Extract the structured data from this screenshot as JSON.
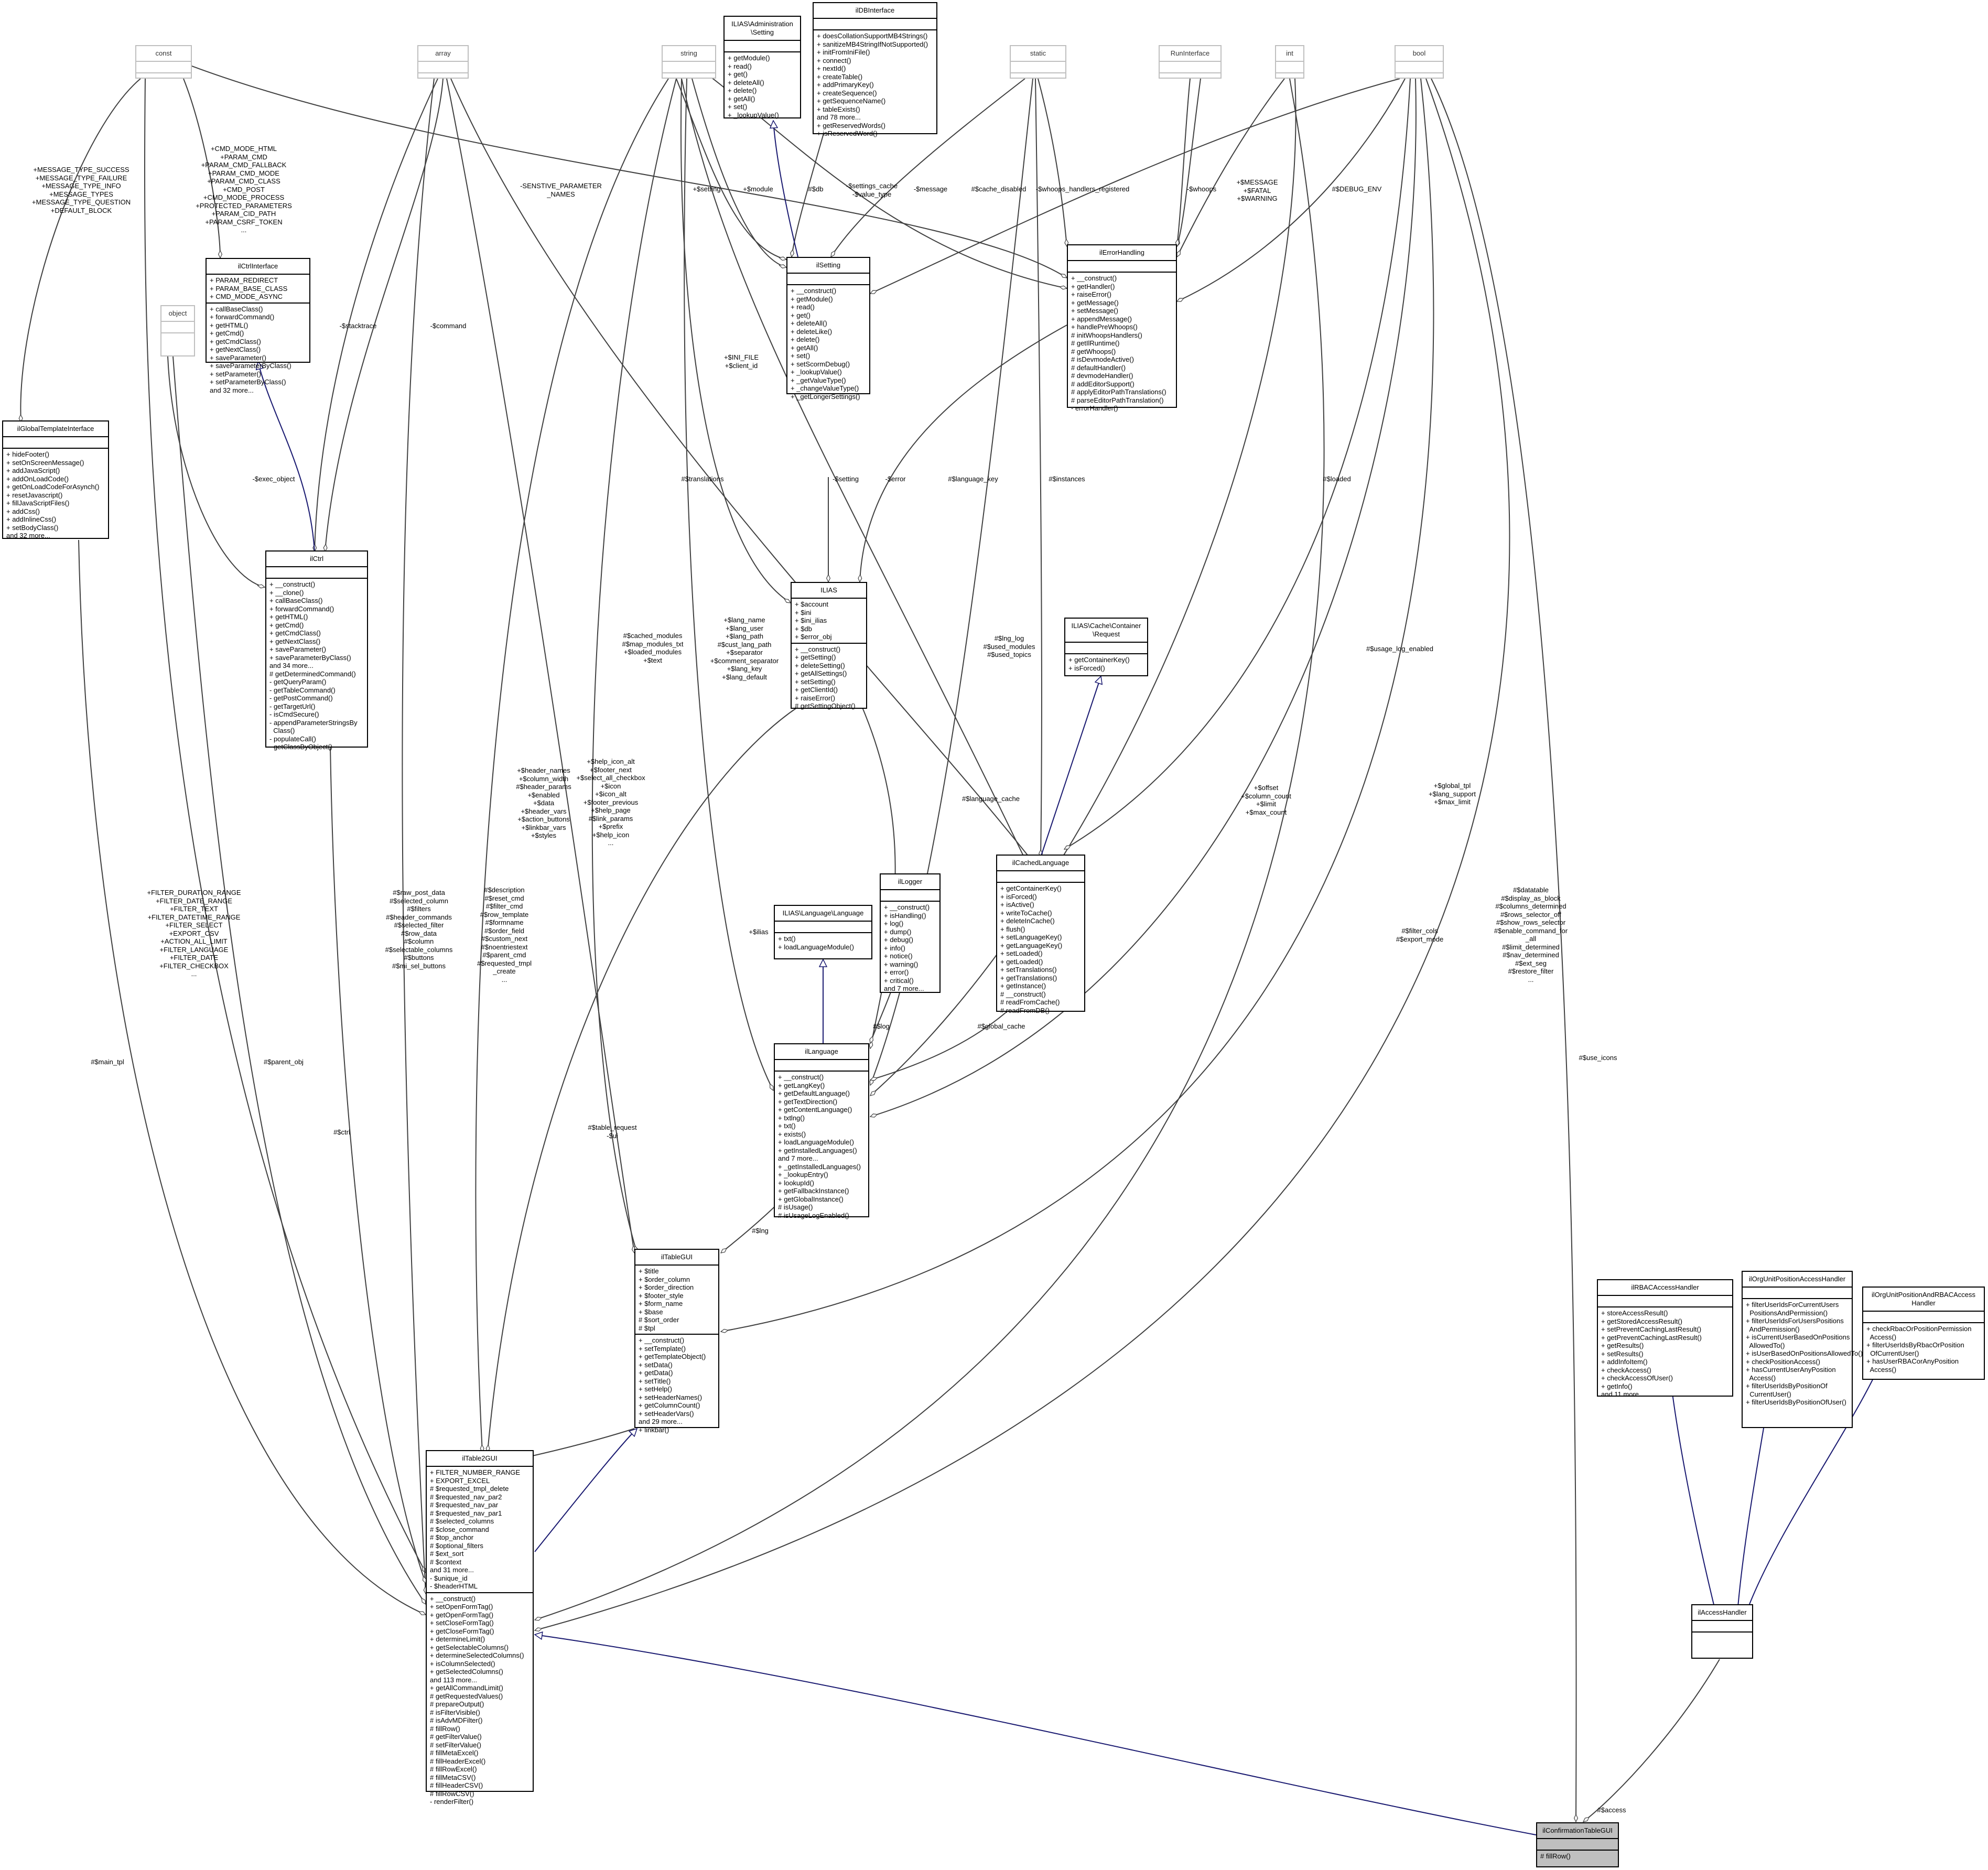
{
  "diagram": {
    "classes": {
      "const": {
        "name": "const",
        "faint": true,
        "attributes": [],
        "methods": []
      },
      "array": {
        "name": "array",
        "faint": true,
        "attributes": [],
        "methods": []
      },
      "string": {
        "name": "string",
        "faint": true,
        "attributes": [],
        "methods": []
      },
      "admin_setting": {
        "name": "ILIAS\\Administration\n\\Setting",
        "attributes": [],
        "methods": [
          "+ getModule()",
          "+ read()",
          "+ get()",
          "+ deleteAll()",
          "+ delete()",
          "+ getAll()",
          "+ set()",
          "+ _lookupValue()"
        ]
      },
      "ildbinterface": {
        "name": "ilDBInterface",
        "attributes": [],
        "methods": [
          "+ doesCollationSupportMB4Strings()",
          "+ sanitizeMB4StringIfNotSupported()",
          "+ initFromIniFile()",
          "+ connect()",
          "+ nextId()",
          "+ createTable()",
          "+ addPrimaryKey()",
          "+ createSequence()",
          "+ getSequenceName()",
          "+ tableExists()",
          "and 78 more...",
          "+ getReservedWords()",
          "+ isReservedWord()"
        ]
      },
      "static": {
        "name": "static",
        "faint": true,
        "attributes": [],
        "methods": []
      },
      "runinterface": {
        "name": "RunInterface",
        "faint": true,
        "attributes": [],
        "methods": []
      },
      "int": {
        "name": "int",
        "faint": true,
        "attributes": [],
        "methods": []
      },
      "bool": {
        "name": "bool",
        "faint": true,
        "attributes": [],
        "methods": []
      },
      "ilctrlinterface": {
        "name": "ilCtrlInterface",
        "attributes": [
          "+ PARAM_REDIRECT",
          "+ PARAM_BASE_CLASS",
          "+ CMD_MODE_ASYNC"
        ],
        "methods": [
          "+ callBaseClass()",
          "+ forwardCommand()",
          "+ getHTML()",
          "+ getCmd()",
          "+ getCmdClass()",
          "+ getNextClass()",
          "+ saveParameter()",
          "+ saveParameterByClass()",
          "+ setParameter()",
          "+ setParameterByClass()",
          "and 32 more..."
        ]
      },
      "ilsetting": {
        "name": "ilSetting",
        "attributes": [],
        "methods": [
          "+ __construct()",
          "+ getModule()",
          "+ read()",
          "+ get()",
          "+ deleteAll()",
          "+ deleteLike()",
          "+ delete()",
          "+ getAll()",
          "+ set()",
          "+ setScormDebug()",
          "+ _lookupValue()",
          "+ _getValueType()",
          "+ _changeValueType()",
          "+ _getLongerSettings()"
        ]
      },
      "ilerrorhandling": {
        "name": "ilErrorHandling",
        "attributes": [],
        "methods": [
          "+ __construct()",
          "+ getHandler()",
          "+ raiseError()",
          "+ getMessage()",
          "+ setMessage()",
          "+ appendMessage()",
          "+ handlePreWhoops()",
          "# initWhoopsHandlers()",
          "# getIlRuntime()",
          "# getWhoops()",
          "# isDevmodeActive()",
          "# defaultHandler()",
          "# devmodeHandler()",
          "# addEditorSupport()",
          "# applyEditorPathTranslations()",
          "# parseEditorPathTranslation()",
          "- errorHandler()"
        ]
      },
      "object": {
        "name": "object",
        "faint": true,
        "attributes": [],
        "methods": []
      },
      "ilglobaltemplateinterface": {
        "name": "ilGlobalTemplateInterface",
        "attributes": [],
        "methods": [
          "+ hideFooter()",
          "+ setOnScreenMessage()",
          "+ addJavaScript()",
          "+ addOnLoadCode()",
          "+ getOnLoadCodeForAsynch()",
          "+ resetJavascript()",
          "+ fillJavaScriptFiles()",
          "+ addCss()",
          "+ addInlineCss()",
          "+ setBodyClass()",
          "and 32 more..."
        ]
      },
      "ilctrl": {
        "name": "ilCtrl",
        "attributes": [],
        "methods": [
          "+ __construct()",
          "+ __clone()",
          "+ callBaseClass()",
          "+ forwardCommand()",
          "+ getHTML()",
          "+ getCmd()",
          "+ getCmdClass()",
          "+ getNextClass()",
          "+ saveParameter()",
          "+ saveParameterByClass()",
          "and 34 more...",
          "# getDeterminedCommand()",
          "- getQueryParam()",
          "- getTableCommand()",
          "- getPostCommand()",
          "- getTargetUrl()",
          "- isCmdSecure()",
          "- appendParameterStringsBy\n  Class()",
          "- populateCall()",
          "- getClassByObject()"
        ]
      },
      "ilias": {
        "name": "ILIAS",
        "attributes": [
          "+ $account",
          "+ $ini",
          "+ $ini_ilias",
          "+ $db",
          "+ $error_obj"
        ],
        "methods": [
          "+ __construct()",
          "+ getSetting()",
          "+ deleteSetting()",
          "+ getAllSettings()",
          "+ setSetting()",
          "+ getClientId()",
          "+ raiseError()",
          "# getSettingObject()"
        ]
      },
      "cache_request": {
        "name": "ILIAS\\Cache\\Container\n\\Request",
        "attributes": [],
        "methods": [
          "+ getContainerKey()",
          "+ isForced()"
        ]
      },
      "illogger": {
        "name": "ilLogger",
        "attributes": [],
        "methods": [
          "+ __construct()",
          "+ isHandling()",
          "+ log()",
          "+ dump()",
          "+ debug()",
          "+ info()",
          "+ notice()",
          "+ warning()",
          "+ error()",
          "+ critical()",
          "and 7 more..."
        ]
      },
      "language_iface": {
        "name": "ILIAS\\Language\\Language",
        "attributes": [],
        "methods": [
          "+ txt()",
          "+ loadLanguageModule()"
        ]
      },
      "ilcachedlanguage": {
        "name": "ilCachedLanguage",
        "attributes": [],
        "methods": [
          "+ getContainerKey()",
          "+ isForced()",
          "+ isActive()",
          "+ writeToCache()",
          "+ deleteInCache()",
          "+ flush()",
          "+ setLanguageKey()",
          "+ getLanguageKey()",
          "+ setLoaded()",
          "+ getLoaded()",
          "+ setTranslations()",
          "+ getTranslations()",
          "+ getInstance()",
          "# __construct()",
          "# readFromCache()",
          "# readFromDB()"
        ]
      },
      "illanguage": {
        "name": "ilLanguage",
        "attributes": [],
        "methods": [
          "+ __construct()",
          "+ getLangKey()",
          "+ getDefaultLanguage()",
          "+ getTextDirection()",
          "+ getContentLanguage()",
          "+ txtlng()",
          "+ txt()",
          "+ exists()",
          "+ loadLanguageModule()",
          "+ getInstalledLanguages()",
          "and 7 more...",
          "+ _getInstalledLanguages()",
          "+ _lookupEntry()",
          "+ lookupId()",
          "+ getFallbackInstance()",
          "+ getGlobalInstance()",
          "# isUsage()",
          "# isUsageLogEnabled()"
        ]
      },
      "iltablegui": {
        "name": "ilTableGUI",
        "attributes": [
          "+ $title",
          "+ $order_column",
          "+ $order_direction",
          "+ $footer_style",
          "+ $form_name",
          "+ $base",
          "# $sort_order",
          "# $tpl"
        ],
        "methods": [
          "+ __construct()",
          "+ setTemplate()",
          "+ getTemplateObject()",
          "+ setData()",
          "+ getData()",
          "+ setTitle()",
          "+ setHelp()",
          "+ setHeaderNames()",
          "+ getColumnCount()",
          "+ setHeaderVars()",
          "and 29 more...",
          "+ linkbar()"
        ]
      },
      "ilrbac": {
        "name": "ilRBACAccessHandler",
        "attributes": [],
        "methods": [
          "+ storeAccessResult()",
          "+ getStoredAccessResult()",
          "+ setPreventCachingLastResult()",
          "+ getPreventCachingLastResult()",
          "+ getResults()",
          "+ setResults()",
          "+ addInfoItem()",
          "+ checkAccess()",
          "+ checkAccessOfUser()",
          "+ getInfo()",
          "and 11 more..."
        ]
      },
      "ilorgunit": {
        "name": "ilOrgUnitPositionAccessHandler",
        "attributes": [],
        "methods": [
          "+ filterUserIdsForCurrentUsers\n  PositionsAndPermission()",
          "+ filterUserIdsForUsersPositions\n  AndPermission()",
          "+ isCurrentUserBasedOnPositions\n  AllowedTo()",
          "+ isUserBasedOnPositionsAllowedTo()",
          "+ checkPositionAccess()",
          "+ hasCurrentUserAnyPosition\n  Access()",
          "+ filterUserIdsByPositionOf\n  CurrentUser()",
          "+ filterUserIdsByPositionOfUser()"
        ]
      },
      "ilorgunitrbac": {
        "name": "ilOrgUnitPositionAndRBACAccess\nHandler",
        "attributes": [],
        "methods": [
          "+ checkRbacOrPositionPermission\n  Access()",
          "+ filterUserIdsByRbacOrPosition\n  OfCurrentUser()",
          "+ hasUserRBACorAnyPosition\n  Access()"
        ]
      },
      "iltable2gui": {
        "name": "ilTable2GUI",
        "attributes": [
          "+ FILTER_NUMBER_RANGE",
          "+ EXPORT_EXCEL",
          "# $requested_tmpl_delete",
          "# $requested_nav_par2",
          "# $requested_nav_par",
          "# $requested_nav_par1",
          "# $selected_columns",
          "# $close_command",
          "# $top_anchor",
          "# $optional_filters",
          "# $ext_sort",
          "# $context",
          "and 31 more...",
          "- $unique_id",
          "- $headerHTML"
        ],
        "methods": [
          "+ __construct()",
          "+ setOpenFormTag()",
          "+ getOpenFormTag()",
          "+ setCloseFormTag()",
          "+ getCloseFormTag()",
          "+ determineLimit()",
          "+ getSelectableColumns()",
          "+ determineSelectedColumns()",
          "+ isColumnSelected()",
          "+ getSelectedColumns()",
          "and 113 more...",
          "+ getAllCommandLimit()",
          "# getRequestedValues()",
          "# prepareOutput()",
          "# isFilterVisible()",
          "# isAdvMDFilter()",
          "# fillRow()",
          "# getFilterValue()",
          "# setFilterValue()",
          "# fillMetaExcel()",
          "# fillHeaderExcel()",
          "# fillRowExcel()",
          "# fillMetaCSV()",
          "# fillHeaderCSV()",
          "# fillRowCSV()",
          "- renderFilter()"
        ]
      },
      "ilaccesshandler": {
        "name": "ilAccessHandler",
        "attributes": [],
        "methods": []
      },
      "ilconfirm": {
        "name": "ilConfirmationTableGUI",
        "selected": true,
        "attributes": [],
        "methods": [
          "# fillRow()"
        ]
      }
    },
    "relation_labels": {
      "global_tpl_consts": "+MESSAGE_TYPE_SUCCESS\n+MESSAGE_TYPE_FAILURE\n+MESSAGE_TYPE_INFO\n+MESSAGE_TYPES\n+MESSAGE_TYPE_QUESTION\n+DEFAULT_BLOCK",
      "ctrl_consts": "+CMD_MODE_HTML\n+PARAM_CMD\n+PARAM_CMD_FALLBACK\n+PARAM_CMD_MODE\n+PARAM_CMD_CLASS\n+CMD_POST\n+CMD_MODE_PROCESS\n+PROTECTED_PARAMETERS\n+PARAM_CID_PATH\n+PARAM_CSRF_TOKEN\n...",
      "sensitive": "-SENSTIVE_PARAMETER\n_NAMES",
      "setting_str": "+$setting",
      "module": "+$module",
      "db": "#$db",
      "settings_cache": "-$settings_cache\n-$value_type",
      "message": "-$message",
      "cache_disabled": "#$cache_disabled",
      "whoops_handlers": "-$whoops_handlers_registered",
      "whoops": "-$whoops",
      "error_consts": "+$MESSAGE\n+$FATAL\n+$WARNING",
      "debug_env": "#$DEBUG_ENV",
      "stacktrace": "-$stacktrace",
      "command": "-$command",
      "ini_file": "+$INI_FILE\n+$client_id",
      "exec_object": "-$exec_object",
      "translations": "#$translations",
      "setting_obj": "-$setting",
      "error": "-$error",
      "language_key": "#$language_key",
      "instances": "#$instances",
      "loaded": "#$loaded",
      "cached_modules": "#$cached_modules\n#$map_modules_txt\n+$loaded_modules\n+$text",
      "lang_props": "+$lang_name\n+$lang_user\n+$lang_path\n#$cust_lang_path\n+$separator\n+$comment_separator\n+$lang_key\n+$lang_default",
      "lng_log": "#$lng_log\n#$used_modules\n#$used_topics",
      "usage_log": "#$usage_log_enabled",
      "header_names": "+$header_names\n+$column_width\n#$header_params\n+$enabled\n+$data\n+$header_vars\n+$action_buttons\n+$linkbar_vars\n+$styles",
      "help_icon": "+$help_icon_alt\n+$footer_next\n+$select_all_checkbox\n+$icon\n+$icon_alt\n+$footer_previous\n+$help_page\n#$link_params\n+$prefix\n+$help_icon\n...",
      "language_cache": "#$language_cache",
      "offset": "+$offset\n+$column_count\n+$limit\n+$max_count",
      "global_tpl": "+$global_tpl\n+$lang_support\n+$max_limit",
      "ilias_prop": "+$ilias",
      "log": "#$log",
      "global_cache": "#$global_cache",
      "filter_consts": "+FILTER_DURATION_RANGE\n+FILTER_DATE_RANGE\n+FILTER_TEXT\n+FILTER_DATETIME_RANGE\n+FILTER_SELECT\n+EXPORT_CSV\n+ACTION_ALL_LIMIT\n+FILTER_LANGUAGE\n+FILTER_DATE\n+FILTER_CHECKBOX\n...",
      "raw_post_data": "#$raw_post_data\n#$selected_column\n#$filters\n#$header_commands\n#$selected_filter\n#$row_data\n#$column\n#$selectable_columns\n#$buttons\n#$mi_sel_buttons",
      "description": "#$description\n#$reset_cmd\n#$filter_cmd\n#$row_template\n#$formname\n#$order_field\n#$custom_next\n#$noentriestext\n#$parent_cmd\n#$requested_tmpl\n_create\n...",
      "datatable": "#$datatable\n#$display_as_block\n#$columns_determined\n#$rows_selector_off\n#$show_rows_selector\n#$enable_command_for\n_all\n#$limit_determined\n#$nav_determined\n#$ext_seg\n#$restore_filter\n...",
      "filter_cols": "#$filter_cols\n#$export_mode",
      "main_tpl": "#$main_tpl",
      "parent_obj": "#$parent_obj",
      "ctrl": "#$ctrl",
      "table_request": "#$table_request\n-$ui",
      "lng": "#$lng",
      "use_icons": "#$use_icons",
      "access": "#$access"
    }
  }
}
